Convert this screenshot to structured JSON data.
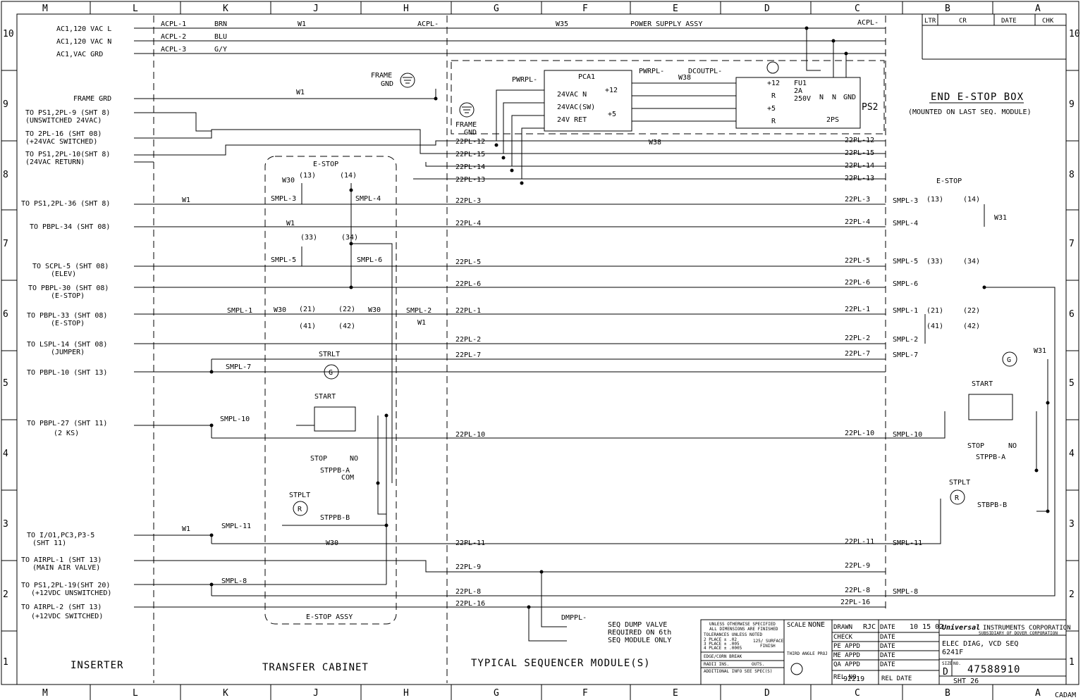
{
  "zones": {
    "cols": [
      "M",
      "L",
      "K",
      "J",
      "H",
      "G",
      "F",
      "E",
      "D",
      "C",
      "B",
      "A"
    ],
    "rows": [
      "10",
      "9",
      "8",
      "7",
      "6",
      "5",
      "4",
      "3",
      "2",
      "1"
    ]
  },
  "rev_block": {
    "ltr": "LTR",
    "cr": "CR",
    "date": "DATE",
    "chk": "CHK"
  },
  "left_labels": [
    "AC1,120 VAC L",
    "AC1,120 VAC N",
    "AC1,VAC GRD",
    "FRAME GRD",
    "TO PS1,2PL-9 (SHT 8)",
    "(UNSWITCHED 24VAC)",
    "TO 2PL-16 (SHT 08)",
    "(+24VAC SWITCHED)",
    "TO PS1,2PL-10(SHT 8)",
    "(24VAC RETURN)",
    "TO PS1,2PL-36 (SHT 8)",
    "TO PBPL-34 (SHT 08)",
    "TO SCPL-5 (SHT 08)",
    "(ELEV)",
    "TO PBPL-30 (SHT 08)",
    "(E-STOP)",
    "TO PBPL-33 (SHT 08)",
    "(E-STOP)",
    "TO LSPL-14 (SHT 08)",
    "(JUMPER)",
    "TO PBPL-10 (SHT 13)",
    "TO PBPL-27 (SHT 11)",
    "(2 KS)",
    "TO I/O1,PC3,P3-5",
    "(SHT 11)",
    "TO AIRPL-1 (SHT 13)",
    "(MAIN AIR VALVE)",
    "TO PS1,2PL-19(SHT 20)",
    "(+12VDC UNSWITCHED)",
    "TO AIRPL-2  (SHT 13)",
    "(+12VDC SWITCHED)"
  ],
  "wire_labels": [
    "ACPL-1",
    "ACPL-2",
    "ACPL-3",
    "BRN",
    "BLU",
    "G/Y",
    "W1",
    "W35",
    "W38",
    "W30",
    "W31",
    "ACPL-",
    "POWER SUPPLY ASSY"
  ],
  "estop_box": {
    "title": "END E-STOP BOX",
    "subtitle": "(MOUNTED ON LAST SEQ. MODULE)"
  },
  "estop_assy": {
    "title": "E-STOP",
    "footer": "E-STOP ASSY"
  },
  "pl22": [
    "22PL-12",
    "22PL-15",
    "22PL-14",
    "22PL-13",
    "22PL-3",
    "22PL-4",
    "22PL-5",
    "22PL-6",
    "22PL-1",
    "22PL-2",
    "22PL-7",
    "22PL-10",
    "22PL-11",
    "22PL-9",
    "22PL-8",
    "22PL-16"
  ],
  "smpl": [
    "SMPL-1",
    "SMPL-2",
    "SMPL-3",
    "SMPL-4",
    "SMPL-5",
    "SMPL-6",
    "SMPL-7",
    "SMPL-8",
    "SMPL-10",
    "SMPL-11"
  ],
  "pca": {
    "name": "PCA1",
    "pins": [
      "24VAC N",
      "24VAC(SW)",
      "24V RET",
      "+12",
      "+5"
    ],
    "pwrpl": "PWRPL-",
    "dcoutpl": "DCOUTPL-"
  },
  "ps2": {
    "name": "PS2",
    "sub": "2PS",
    "fuse": [
      "FU1",
      "2A",
      "250V"
    ],
    "outs": [
      "+12",
      "R",
      "+5",
      "R"
    ],
    "ins": [
      "N",
      "N",
      "GND"
    ]
  },
  "devices": [
    "STRLT",
    "START",
    "STOP",
    "NO",
    "STPPB-A",
    "COM",
    "STPLT",
    "STPPB-B",
    "STBPB-B",
    "DMPPL-",
    "FRAME",
    "GND",
    "E-STOP"
  ],
  "contacts": [
    "(13)",
    "(14)",
    "(33)",
    "(34)",
    "(21)",
    "(22)",
    "(41)",
    "(42)"
  ],
  "note": [
    "SEQ DUMP VALVE",
    "REQUIRED ON 6th",
    "SEQ MODULE ONLY"
  ],
  "sections": [
    "INSERTER",
    "TRANSFER CABINET",
    "TYPICAL SEQUENCER MODULE(S)"
  ],
  "title_block": {
    "tol": [
      "UNLESS OTHERWISE SPECIFIED",
      "ALL DIMENSIONS ARE FINISHED",
      "TOLERANCES UNLESS NOTED",
      "2 PLACE ± .02",
      "3 PLACE ± .005",
      "4 PLACE ± .0005",
      "125/ SURFACE",
      "FINISH",
      "EDGE/CORN BREAK",
      "RADII INS.",
      "OUTS.",
      "ADDITIONAL INFO SEE SPEC(S)"
    ],
    "scale_label": "SCALE",
    "scale": "NONE",
    "third_angle": "THIRD ANGLE PROJ",
    "rows": [
      "DRAWN",
      "CHECK",
      "PE APPD",
      "ME APPD",
      "QA APPD"
    ],
    "drawn_by": "RJC",
    "date_label": "DATE",
    "date": "10 15 02",
    "rel_no_label": "REL NO.",
    "rel_no": "92219",
    "rel_date": "REL DATE",
    "company": "Universal",
    "company_suffix": "INSTRUMENTS CORPORATION",
    "sub": "SUBSIDIARY OF DOVER CORPORATION",
    "title1": "ELEC DIAG, VCD SEQ",
    "title2": "6241F",
    "size_label": "SIZE",
    "size": "D",
    "no_label": "NO.",
    "dwg_no": "47588910",
    "sheet": "SHT 26",
    "cadam": "CADAM"
  }
}
